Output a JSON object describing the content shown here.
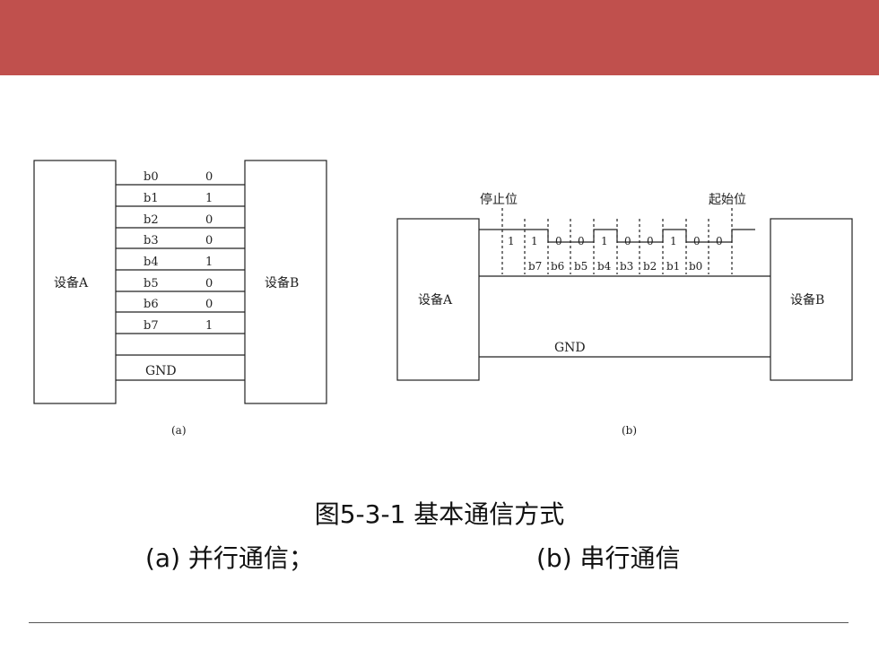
{
  "parallel": {
    "device_a": "设备A",
    "device_b": "设备B",
    "bits": [
      {
        "name": "b0",
        "value": "0"
      },
      {
        "name": "b1",
        "value": "1"
      },
      {
        "name": "b2",
        "value": "0"
      },
      {
        "name": "b3",
        "value": "0"
      },
      {
        "name": "b4",
        "value": "1"
      },
      {
        "name": "b5",
        "value": "0"
      },
      {
        "name": "b6",
        "value": "0"
      },
      {
        "name": "b7",
        "value": "1"
      }
    ],
    "gnd": "GND",
    "sub_label": "(a)"
  },
  "serial": {
    "device_a": "设备A",
    "device_b": "设备B",
    "stop_bit": "停止位",
    "start_bit": "起始位",
    "levels": [
      "1",
      "1",
      "0",
      "0",
      "1",
      "0",
      "0",
      "1",
      "0",
      "0"
    ],
    "bit_names": [
      "b7",
      "b6",
      "b5",
      "b4",
      "b3",
      "b2",
      "b1",
      "b0"
    ],
    "gnd": "GND",
    "sub_label": "(b)"
  },
  "caption": {
    "title": "图5-3-1  基本通信方式",
    "sub_a": "(a) 并行通信；",
    "sub_b": "(b) 串行通信"
  },
  "colors": {
    "header": "#c0504d"
  }
}
